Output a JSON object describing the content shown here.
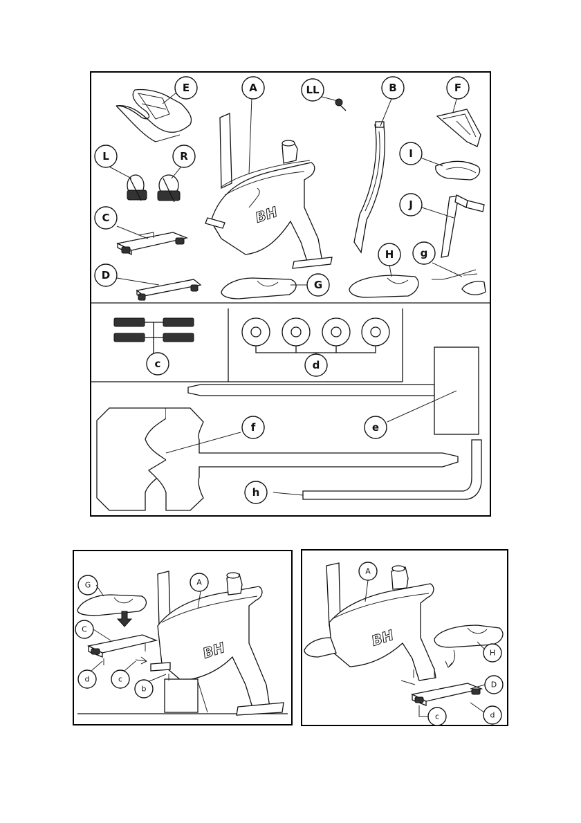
{
  "callouts": {
    "E": "E",
    "A": "A",
    "LL": "LL",
    "B": "B",
    "F": "F",
    "L": "L",
    "R": "R",
    "I": "I",
    "J": "J",
    "C": "C",
    "H": "H",
    "g": "g",
    "D": "D",
    "G": "G",
    "c": "c",
    "d": "d",
    "e": "e",
    "f": "f",
    "h": "h"
  },
  "step1": {
    "G": "G",
    "A": "A",
    "C": "C",
    "d": "d",
    "c": "c",
    "b": "b"
  },
  "step2": {
    "A": "A",
    "H": "H",
    "D": "D",
    "c": "c",
    "d": "d"
  },
  "logo": "BH"
}
